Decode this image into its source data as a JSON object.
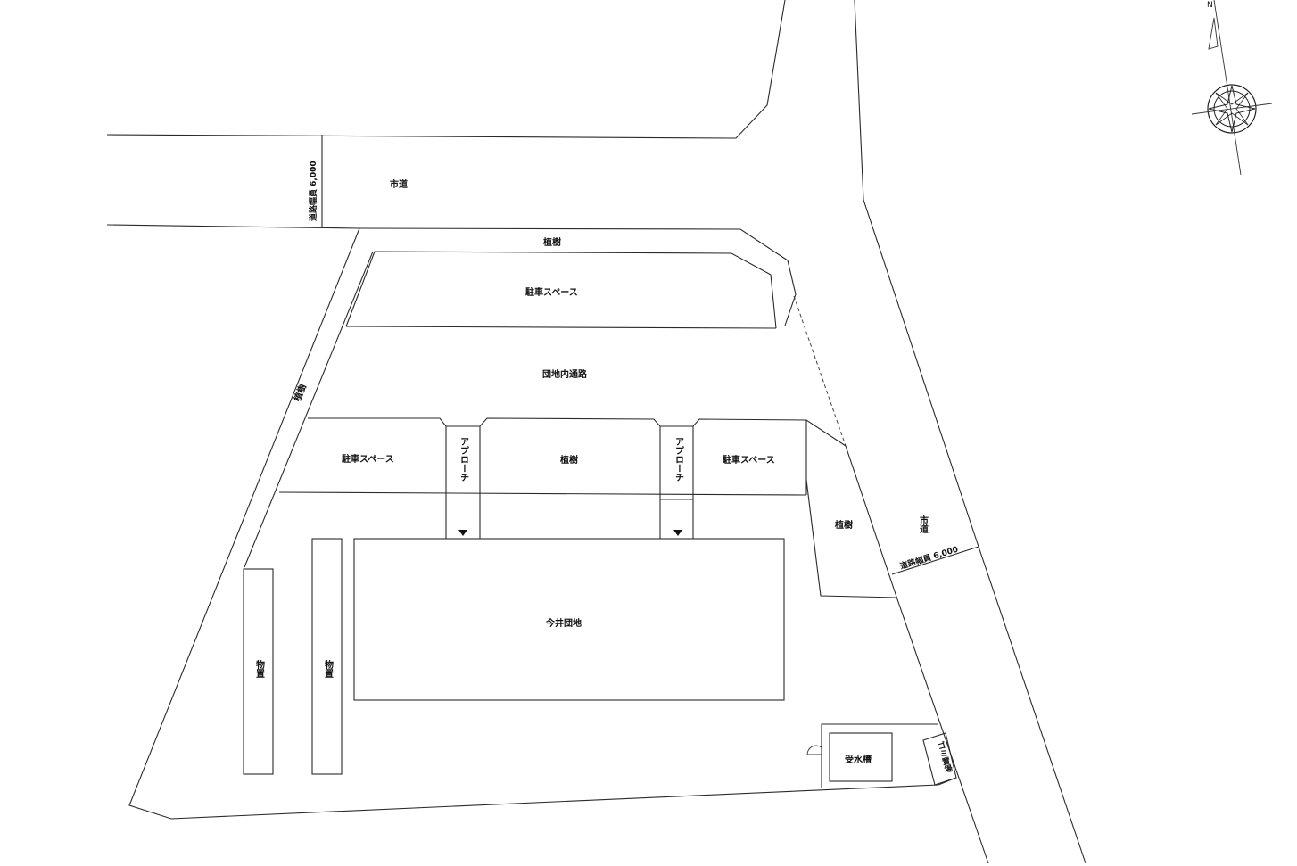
{
  "labels": {
    "city_road_top": "市道",
    "road_width_top": "道路幅員 6,000",
    "planting_top": "植樹",
    "parking_top": "駐車スペース",
    "internal_road": "団地内通路",
    "planting_left": "植樹",
    "parking_left": "駐車スペース",
    "approach_left": "アプローチ",
    "planting_center": "植樹",
    "approach_right": "アプローチ",
    "parking_right": "駐車スペース",
    "planting_right": "植樹",
    "city_road_right": "市道",
    "road_width_right": "道路幅員 6,000",
    "building": "今井団地",
    "storage_1": "物置",
    "storage_2": "物置",
    "water_tank": "受水槽",
    "garbage": "ゴミ置場",
    "north": "N"
  }
}
